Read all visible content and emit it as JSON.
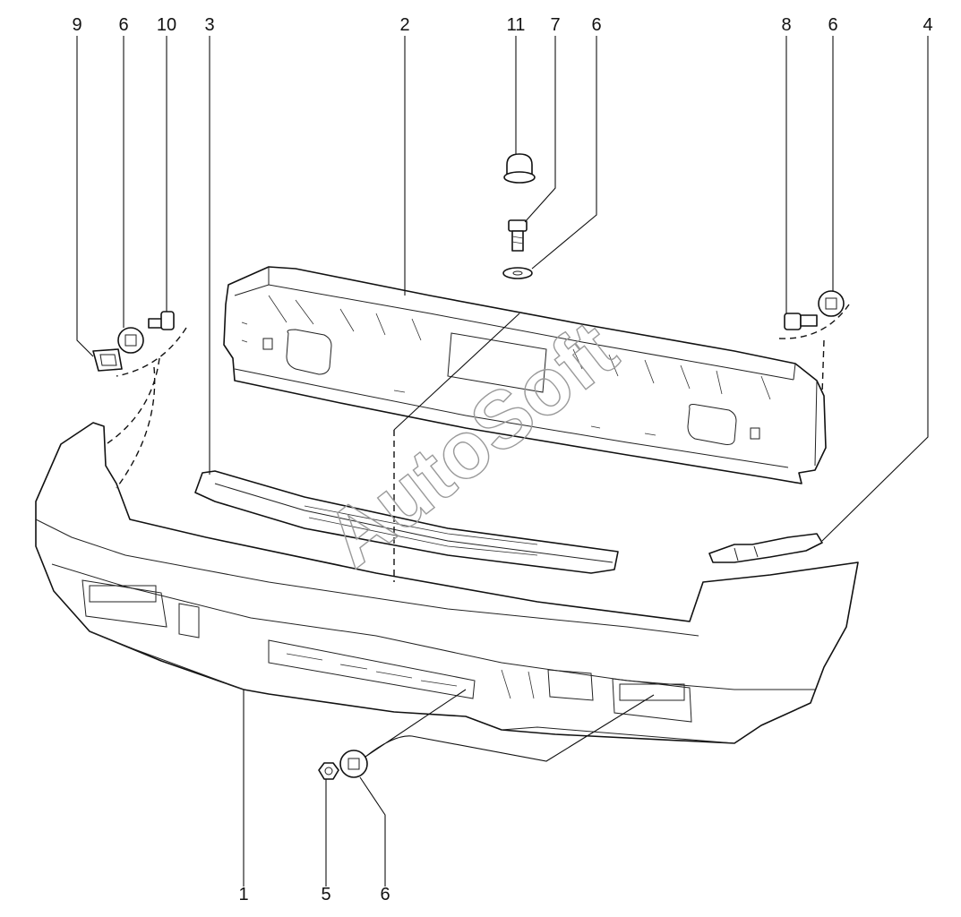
{
  "callouts": {
    "c9": "9",
    "c6a": "6",
    "c10": "10",
    "c3": "3",
    "c2": "2",
    "c11": "11",
    "c7": "7",
    "c6b": "6",
    "c8": "8",
    "c6c": "6",
    "c4": "4",
    "c1": "1",
    "c5": "5",
    "c6d": "6"
  },
  "watermark": "AutoSoft",
  "icons": [
    "bumper-cover",
    "bumper-reinforcement-beam",
    "bumper-strip",
    "side-trim",
    "clip",
    "washer",
    "bolt",
    "cap-nut",
    "nut"
  ]
}
